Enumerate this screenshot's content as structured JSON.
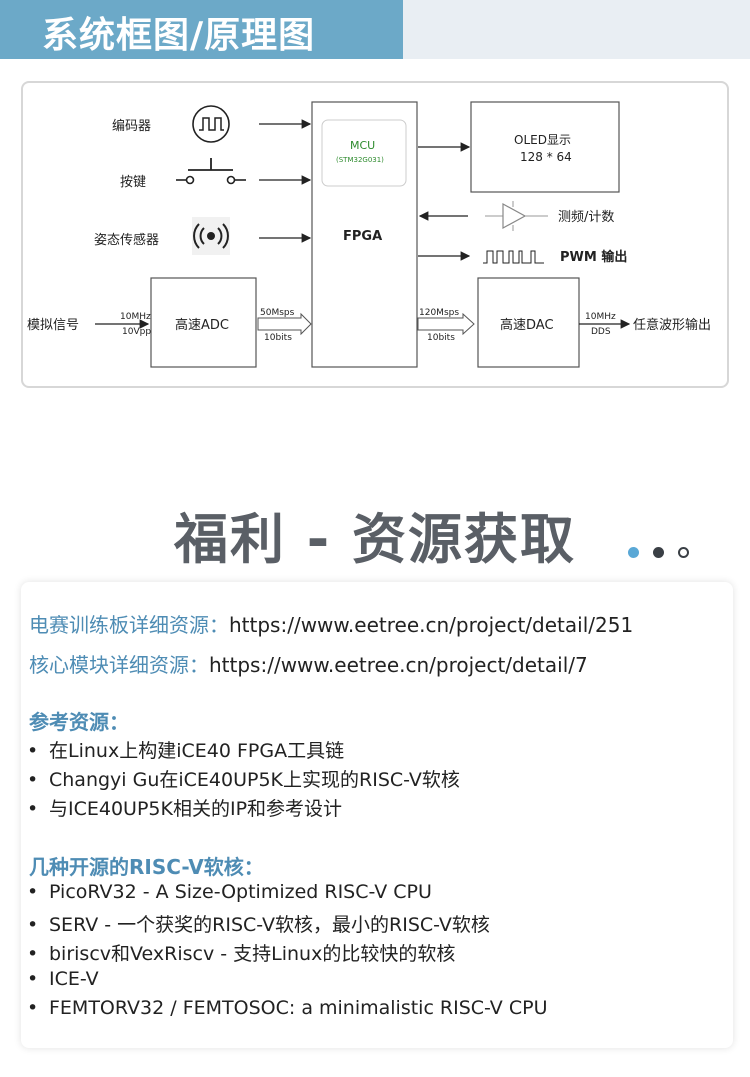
{
  "header": {
    "title": "系统框图/原理图",
    "accent_color": "#6ca9c8"
  },
  "diagram": {
    "inputs": [
      {
        "label": "编码器",
        "icon": "encoder-icon"
      },
      {
        "label": "按键",
        "icon": "push-button-icon"
      },
      {
        "label": "姿态传感器",
        "icon": "sensor-icon"
      }
    ],
    "analog_input": {
      "label": "模拟信号",
      "spec_top": "10MHz",
      "spec_bottom": "10Vpp"
    },
    "adc": {
      "label": "高速ADC",
      "rate": "50Msps",
      "bits": "10bits"
    },
    "fpga": {
      "label": "FPGA",
      "mcu_label": "MCU",
      "mcu_part": "(STM32G031)",
      "mcu_color": "#2e8b2e"
    },
    "oled": {
      "label": "OLED显示",
      "resolution": "128 * 64"
    },
    "freq_counter": {
      "label": "测频/计数"
    },
    "pwm": {
      "label": "PWM 输出"
    },
    "dac": {
      "label": "高速DAC",
      "rate": "120Msps",
      "bits": "10bits"
    },
    "output": {
      "label": "任意波形输出",
      "spec_top": "10MHz",
      "spec_bottom": "DDS"
    }
  },
  "benefits": {
    "title": "福利 - 资源获取",
    "dot_colors": [
      "#5aa8d6",
      "#3a3f45",
      "#ffffff"
    ],
    "links": [
      {
        "label": "电赛训练板详细资源：",
        "url": "https://www.eetree.cn/project/detail/251"
      },
      {
        "label": "核心模块详细资源：",
        "url": "https://www.eetree.cn/project/detail/7"
      }
    ],
    "reference_title": "参考资源：",
    "references": [
      "在Linux上构建iCE40 FPGA工具链",
      "Changyi Gu在iCE40UP5K上实现的RISC-V软核",
      "与ICE40UP5K相关的IP和参考设计"
    ],
    "riscv_title": "几种开源的RISC-V软核：",
    "riscv_cores": [
      "PicoRV32 - A Size-Optimized RISC-V CPU",
      "SERV - 一个获奖的RISC-V软核，最小的RISC-V软核",
      "biriscv和VexRiscv - 支持Linux的比较快的软核",
      "ICE-V",
      "FEMTORV32 / FEMTOSOC: a minimalistic RISC-V CPU"
    ]
  }
}
